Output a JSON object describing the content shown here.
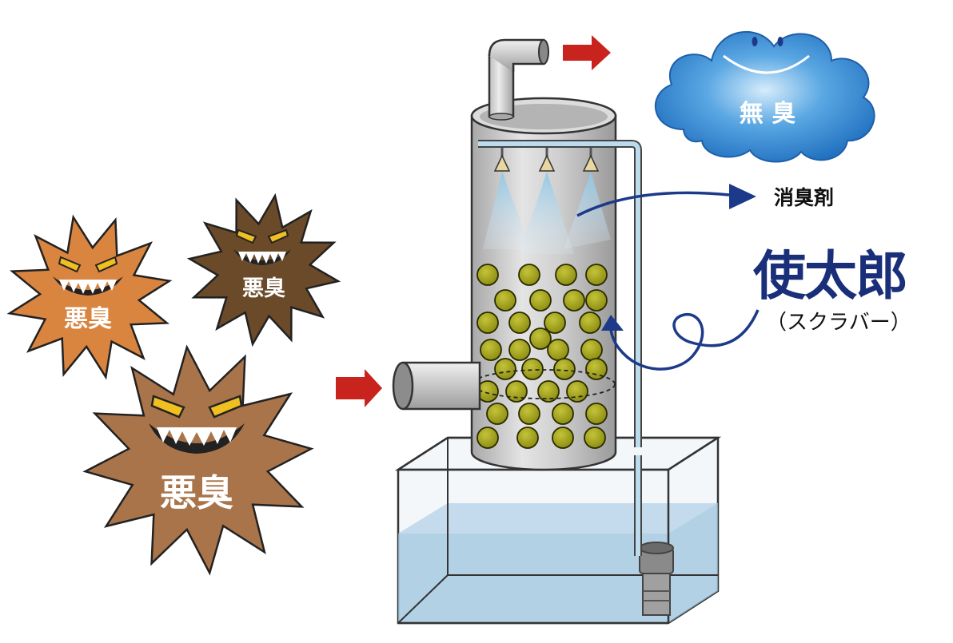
{
  "labels": {
    "odor": "悪臭",
    "odorless": "無 臭",
    "deodorant": "消臭剤",
    "product_name": "使太郎",
    "product_subtitle": "（スクラバー）"
  },
  "colors": {
    "arrow_red": "#c8231d",
    "flow_blue": "#1d3a8a",
    "cloud_blue": "#2f86d6",
    "packing_ball": "#a0a015",
    "water": "#9cc4dc",
    "odor_orange": "#d9843f",
    "odor_brown_dark": "#6b4a2a",
    "odor_brown": "#a9744a"
  },
  "icons": [
    "angry-odor-face-icon",
    "smiling-cloud-icon",
    "spray-nozzle-icon",
    "flow-arrow-icon"
  ]
}
